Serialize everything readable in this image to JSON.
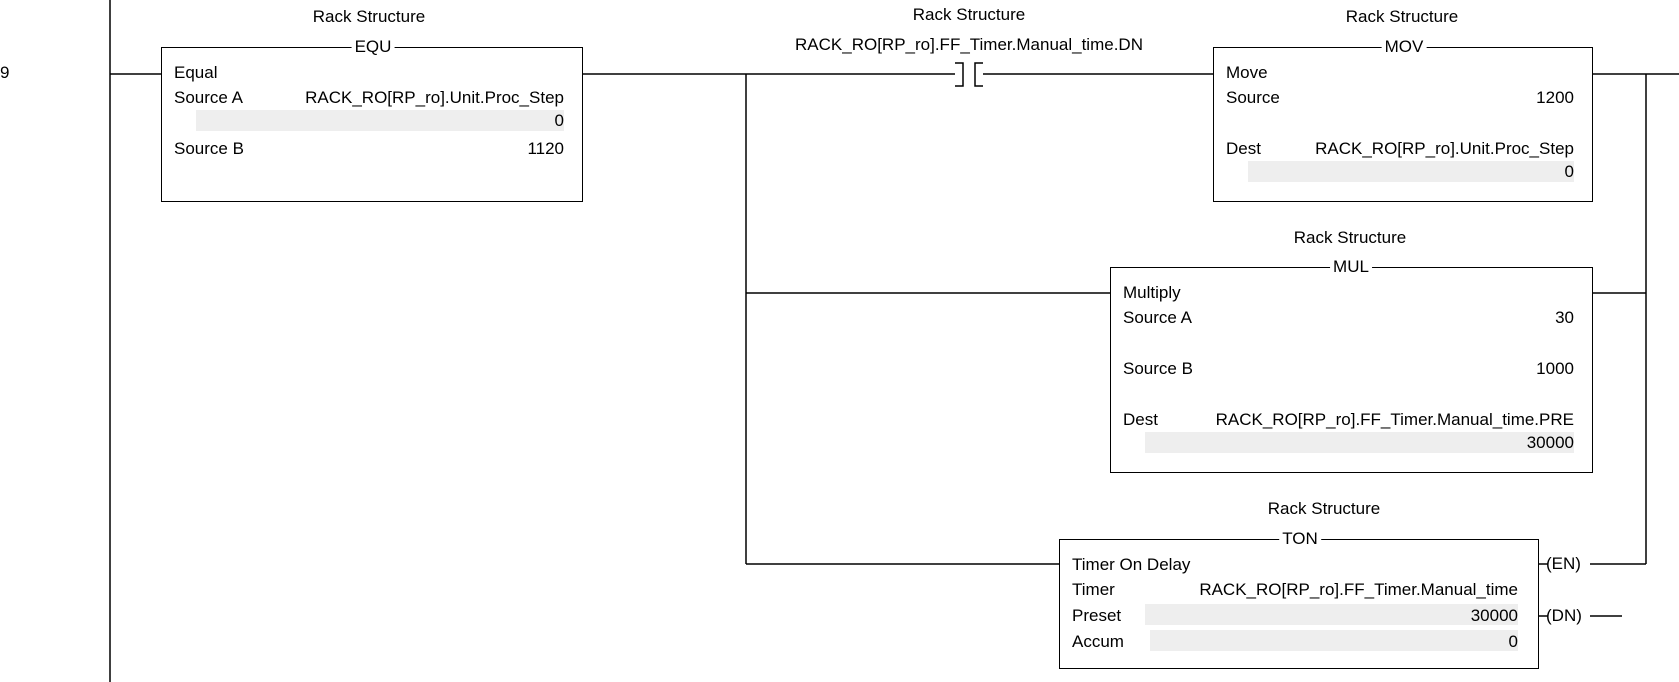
{
  "rung_number": "9",
  "equ": {
    "category": "Rack Structure",
    "mnemonic": "EQU",
    "name": "Equal",
    "source_a_label": "Source A",
    "source_a_tag": "RACK_RO[RP_ro].Unit.Proc_Step",
    "source_a_value": "0",
    "source_b_label": "Source B",
    "source_b_value": "1120"
  },
  "xio": {
    "category": "Rack Structure",
    "tag": "RACK_RO[RP_ro].FF_Timer.Manual_time.DN"
  },
  "mov": {
    "category": "Rack Structure",
    "mnemonic": "MOV",
    "name": "Move",
    "source_label": "Source",
    "source_value": "1200",
    "dest_label": "Dest",
    "dest_tag": "RACK_RO[RP_ro].Unit.Proc_Step",
    "dest_value": "0"
  },
  "mul": {
    "category": "Rack Structure",
    "mnemonic": "MUL",
    "name": "Multiply",
    "source_a_label": "Source A",
    "source_a_value": "30",
    "source_b_label": "Source B",
    "source_b_value": "1000",
    "dest_label": "Dest",
    "dest_tag": "RACK_RO[RP_ro].FF_Timer.Manual_time.PRE",
    "dest_value": "30000"
  },
  "ton": {
    "category": "Rack Structure",
    "mnemonic": "TON",
    "name": "Timer On Delay",
    "timer_label": "Timer",
    "timer_tag": "RACK_RO[RP_ro].FF_Timer.Manual_time",
    "preset_label": "Preset",
    "preset_value": "30000",
    "accum_label": "Accum",
    "accum_value": "0",
    "en_output": "EN",
    "dn_output": "DN"
  }
}
